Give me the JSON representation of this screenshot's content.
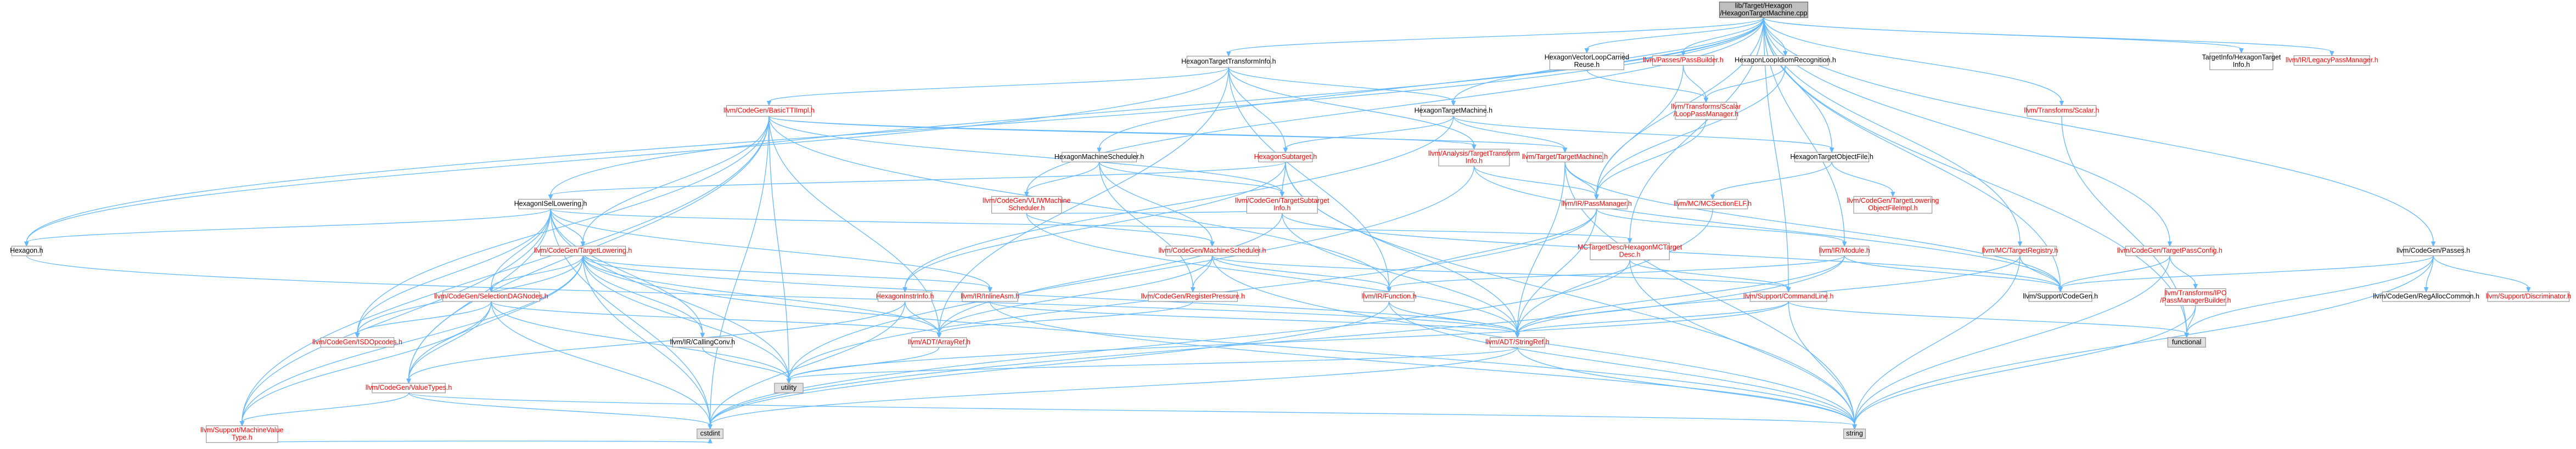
{
  "graph": {
    "root": "HexagonTargetMachine_cpp",
    "nodes": {
      "HexagonTargetMachine_cpp": {
        "lines": [
          "lib/Target/Hexagon",
          "/HexagonTargetMachine.cpp"
        ],
        "style": "root"
      },
      "HexagonTargetTransformInfo_h": {
        "lines": [
          "HexagonTargetTransformInfo.h"
        ],
        "style": "plain"
      },
      "HexagonVectorLoopCarriedReuse_h": {
        "lines": [
          "HexagonVectorLoopCarried",
          "Reuse.h"
        ],
        "style": "plain"
      },
      "Passes_PassBuilder_h": {
        "lines": [
          "llvm/Passes/PassBuilder.h"
        ],
        "style": "red"
      },
      "HexagonLoopIdiomRecognition_h": {
        "lines": [
          "HexagonLoopIdiomRecognition.h"
        ],
        "style": "plain"
      },
      "TargetInfo_HexagonTargetInfo_h": {
        "lines": [
          "TargetInfo/HexagonTarget",
          "Info.h"
        ],
        "style": "plain"
      },
      "IR_LegacyPassManager_h": {
        "lines": [
          "llvm/IR/LegacyPassManager.h"
        ],
        "style": "red"
      },
      "CodeGen_BasicTTIImpl_h": {
        "lines": [
          "llvm/CodeGen/BasicTTIImpl.h"
        ],
        "style": "red"
      },
      "HexagonTargetMachine_h": {
        "lines": [
          "HexagonTargetMachine.h"
        ],
        "style": "plain"
      },
      "Transforms_Scalar_LoopPassManager_h": {
        "lines": [
          "llvm/Transforms/Scalar",
          "/LoopPassManager.h"
        ],
        "style": "red"
      },
      "Transforms_Scalar_h": {
        "lines": [
          "llvm/Transforms/Scalar.h"
        ],
        "style": "red"
      },
      "HexagonMachineScheduler_h": {
        "lines": [
          "HexagonMachineScheduler.h"
        ],
        "style": "plain"
      },
      "HexagonSubtarget_h": {
        "lines": [
          "HexagonSubtarget.h"
        ],
        "style": "red"
      },
      "Analysis_TargetTransformInfo_h": {
        "lines": [
          "llvm/Analysis/TargetTransform",
          "Info.h"
        ],
        "style": "red"
      },
      "Target_TargetMachine_h": {
        "lines": [
          "llvm/Target/TargetMachine.h"
        ],
        "style": "red"
      },
      "HexagonTargetObjectFile_h": {
        "lines": [
          "HexagonTargetObjectFile.h"
        ],
        "style": "plain"
      },
      "CodeGen_TargetLoweringObjectFileImpl_h": {
        "lines": [
          "llvm/CodeGen/TargetLowering",
          "ObjectFileImpl.h"
        ],
        "style": "red"
      },
      "HexagonISelLowering_h": {
        "lines": [
          "HexagonISelLowering.h"
        ],
        "style": "plain"
      },
      "CodeGen_VLIWMachineScheduler_h": {
        "lines": [
          "llvm/CodeGen/VLIWMachine",
          "Scheduler.h"
        ],
        "style": "red"
      },
      "CodeGen_TargetSubtargetInfo_h": {
        "lines": [
          "llvm/CodeGen/TargetSubtarget",
          "Info.h"
        ],
        "style": "red"
      },
      "IR_PassManager_h": {
        "lines": [
          "llvm/IR/PassManager.h"
        ],
        "style": "red"
      },
      "MC_MCSectionELF_h": {
        "lines": [
          "llvm/MC/MCSectionELF.h"
        ],
        "style": "red"
      },
      "MC_TargetRegistry_h": {
        "lines": [
          "llvm/MC/TargetRegistry.h"
        ],
        "style": "red"
      },
      "CodeGen_TargetPassConfig_h": {
        "lines": [
          "llvm/CodeGen/TargetPassConfig.h"
        ],
        "style": "red"
      },
      "CodeGen_Passes_h": {
        "lines": [
          "llvm/CodeGen/Passes.h"
        ],
        "style": "plain"
      },
      "Hexagon_h": {
        "lines": [
          "Hexagon.h"
        ],
        "style": "plain"
      },
      "CodeGen_TargetLowering_h": {
        "lines": [
          "llvm/CodeGen/TargetLowering.h"
        ],
        "style": "red"
      },
      "CodeGen_MachineScheduler_h": {
        "lines": [
          "llvm/CodeGen/MachineScheduler.h"
        ],
        "style": "red"
      },
      "MCTargetDesc_HexagonMCTargetDesc_h": {
        "lines": [
          "MCTargetDesc/HexagonMCTarget",
          "Desc.h"
        ],
        "style": "red"
      },
      "IR_Module_h": {
        "lines": [
          "llvm/IR/Module.h"
        ],
        "style": "red"
      },
      "Support_CodeGen_h": {
        "lines": [
          "llvm/Support/CodeGen.h"
        ],
        "style": "plain"
      },
      "Transforms_IPO_PassManagerBuilder_h": {
        "lines": [
          "llvm/Transforms/IPO",
          "/PassManagerBuilder.h"
        ],
        "style": "red"
      },
      "CodeGen_RegAllocCommon_h": {
        "lines": [
          "llvm/CodeGen/RegAllocCommon.h"
        ],
        "style": "plain"
      },
      "Support_Discriminator_h": {
        "lines": [
          "llvm/Support/Discriminator.h"
        ],
        "style": "red"
      },
      "CodeGen_SelectionDAGNodes_h": {
        "lines": [
          "llvm/CodeGen/SelectionDAGNodes.h"
        ],
        "style": "red"
      },
      "HexagonInstrInfo_h": {
        "lines": [
          "HexagonInstrInfo.h"
        ],
        "style": "red"
      },
      "IR_InlineAsm_h": {
        "lines": [
          "llvm/IR/InlineAsm.h"
        ],
        "style": "red"
      },
      "CodeGen_RegisterPressure_h": {
        "lines": [
          "llvm/CodeGen/RegisterPressure.h"
        ],
        "style": "red"
      },
      "IR_Function_h": {
        "lines": [
          "llvm/IR/Function.h"
        ],
        "style": "red"
      },
      "Support_CommandLine_h": {
        "lines": [
          "llvm/Support/CommandLine.h"
        ],
        "style": "red"
      },
      "functional": {
        "lines": [
          "functional"
        ],
        "style": "sys"
      },
      "CodeGen_ISDOpcodes_h": {
        "lines": [
          "llvm/CodeGen/ISDOpcodes.h"
        ],
        "style": "red"
      },
      "IR_CallingConv_h": {
        "lines": [
          "llvm/IR/CallingConv.h"
        ],
        "style": "plain"
      },
      "ADT_ArrayRef_h": {
        "lines": [
          "llvm/ADT/ArrayRef.h"
        ],
        "style": "red"
      },
      "ADT_StringRef_h": {
        "lines": [
          "llvm/ADT/StringRef.h"
        ],
        "style": "red"
      },
      "utility": {
        "lines": [
          "utility"
        ],
        "style": "sys"
      },
      "CodeGen_ValueTypes_h": {
        "lines": [
          "llvm/CodeGen/ValueTypes.h"
        ],
        "style": "red"
      },
      "Support_MachineValueType_h": {
        "lines": [
          "llvm/Support/MachineValue",
          "Type.h"
        ],
        "style": "red"
      },
      "cstdint": {
        "lines": [
          "cstdint"
        ],
        "style": "sys"
      },
      "string": {
        "lines": [
          "string"
        ],
        "style": "sys"
      }
    },
    "edges": [
      [
        "HexagonTargetMachine_cpp",
        "HexagonTargetTransformInfo_h"
      ],
      [
        "HexagonTargetMachine_cpp",
        "HexagonVectorLoopCarriedReuse_h"
      ],
      [
        "HexagonTargetMachine_cpp",
        "Passes_PassBuilder_h"
      ],
      [
        "HexagonTargetMachine_cpp",
        "HexagonLoopIdiomRecognition_h"
      ],
      [
        "HexagonTargetMachine_cpp",
        "TargetInfo_HexagonTargetInfo_h"
      ],
      [
        "HexagonTargetMachine_cpp",
        "IR_LegacyPassManager_h"
      ],
      [
        "HexagonTargetMachine_cpp",
        "HexagonTargetMachine_h"
      ],
      [
        "HexagonTargetMachine_cpp",
        "Transforms_Scalar_h"
      ],
      [
        "HexagonTargetMachine_cpp",
        "HexagonMachineScheduler_h"
      ],
      [
        "HexagonTargetMachine_cpp",
        "HexagonISelLowering_h"
      ],
      [
        "HexagonTargetMachine_cpp",
        "CodeGen_VLIWMachineScheduler_h"
      ],
      [
        "HexagonTargetMachine_cpp",
        "MC_TargetRegistry_h"
      ],
      [
        "HexagonTargetMachine_cpp",
        "CodeGen_TargetPassConfig_h"
      ],
      [
        "HexagonTargetMachine_cpp",
        "CodeGen_Passes_h"
      ],
      [
        "HexagonTargetMachine_cpp",
        "Hexagon_h"
      ],
      [
        "HexagonTargetMachine_cpp",
        "MCTargetDesc_HexagonMCTargetDesc_h"
      ],
      [
        "HexagonTargetMachine_cpp",
        "IR_Module_h"
      ],
      [
        "HexagonTargetMachine_cpp",
        "Support_CommandLine_h"
      ],
      [
        "HexagonTargetMachine_cpp",
        "Support_CodeGen_h"
      ],
      [
        "HexagonTargetMachine_cpp",
        "IR_PassManager_h"
      ],
      [
        "HexagonTargetMachine_cpp",
        "functional"
      ],
      [
        "HexagonTargetMachine_cpp",
        "HexagonTargetObjectFile_h"
      ],
      [
        "HexagonTargetTransformInfo_h",
        "CodeGen_BasicTTIImpl_h"
      ],
      [
        "HexagonTargetTransformInfo_h",
        "HexagonTargetMachine_h"
      ],
      [
        "HexagonTargetTransformInfo_h",
        "HexagonSubtarget_h"
      ],
      [
        "HexagonTargetTransformInfo_h",
        "Analysis_TargetTransformInfo_h"
      ],
      [
        "HexagonTargetTransformInfo_h",
        "Hexagon_h"
      ],
      [
        "HexagonTargetTransformInfo_h",
        "ADT_ArrayRef_h"
      ],
      [
        "HexagonTargetTransformInfo_h",
        "IR_Function_h"
      ],
      [
        "HexagonVectorLoopCarriedReuse_h",
        "Transforms_Scalar_LoopPassManager_h"
      ],
      [
        "Passes_PassBuilder_h",
        "Transforms_Scalar_LoopPassManager_h"
      ],
      [
        "Passes_PassBuilder_h",
        "IR_PassManager_h"
      ],
      [
        "HexagonLoopIdiomRecognition_h",
        "Transforms_Scalar_LoopPassManager_h"
      ],
      [
        "HexagonLoopIdiomRecognition_h",
        "IR_PassManager_h"
      ],
      [
        "CodeGen_BasicTTIImpl_h",
        "Analysis_TargetTransformInfo_h"
      ],
      [
        "CodeGen_BasicTTIImpl_h",
        "Target_TargetMachine_h"
      ],
      [
        "CodeGen_BasicTTIImpl_h",
        "CodeGen_TargetLowering_h"
      ],
      [
        "CodeGen_BasicTTIImpl_h",
        "CodeGen_TargetSubtargetInfo_h"
      ],
      [
        "CodeGen_BasicTTIImpl_h",
        "CodeGen_ISDOpcodes_h"
      ],
      [
        "CodeGen_BasicTTIImpl_h",
        "CodeGen_ValueTypes_h"
      ],
      [
        "CodeGen_BasicTTIImpl_h",
        "Support_MachineValueType_h"
      ],
      [
        "CodeGen_BasicTTIImpl_h",
        "ADT_ArrayRef_h"
      ],
      [
        "CodeGen_BasicTTIImpl_h",
        "IR_Function_h"
      ],
      [
        "CodeGen_BasicTTIImpl_h",
        "cstdint"
      ],
      [
        "CodeGen_BasicTTIImpl_h",
        "utility"
      ],
      [
        "HexagonTargetMachine_h",
        "HexagonSubtarget_h"
      ],
      [
        "HexagonTargetMachine_h",
        "HexagonInstrInfo_h"
      ],
      [
        "HexagonTargetMachine_h",
        "HexagonTargetObjectFile_h"
      ],
      [
        "HexagonTargetMachine_h",
        "Target_TargetMachine_h"
      ],
      [
        "Transforms_Scalar_LoopPassManager_h",
        "IR_PassManager_h"
      ],
      [
        "Transforms_Scalar_h",
        "functional"
      ],
      [
        "HexagonMachineScheduler_h",
        "CodeGen_VLIWMachineScheduler_h"
      ],
      [
        "HexagonMachineScheduler_h",
        "CodeGen_MachineScheduler_h"
      ],
      [
        "HexagonMachineScheduler_h",
        "CodeGen_RegisterPressure_h"
      ],
      [
        "HexagonMachineScheduler_h",
        "CodeGen_TargetSubtargetInfo_h"
      ],
      [
        "HexagonSubtarget_h",
        "HexagonISelLowering_h"
      ],
      [
        "HexagonSubtarget_h",
        "HexagonInstrInfo_h"
      ],
      [
        "HexagonSubtarget_h",
        "CodeGen_TargetSubtargetInfo_h"
      ],
      [
        "HexagonSubtarget_h",
        "ADT_StringRef_h"
      ],
      [
        "HexagonSubtarget_h",
        "string"
      ],
      [
        "Analysis_TargetTransformInfo_h",
        "IR_PassManager_h"
      ],
      [
        "Analysis_TargetTransformInfo_h",
        "Support_CodeGen_h"
      ],
      [
        "Analysis_TargetTransformInfo_h",
        "utility"
      ],
      [
        "Target_TargetMachine_h",
        "IR_PassManager_h"
      ],
      [
        "Target_TargetMachine_h",
        "Support_CodeGen_h"
      ],
      [
        "Target_TargetMachine_h",
        "ADT_StringRef_h"
      ],
      [
        "Target_TargetMachine_h",
        "string"
      ],
      [
        "HexagonTargetObjectFile_h",
        "CodeGen_TargetLoweringObjectFileImpl_h"
      ],
      [
        "HexagonTargetObjectFile_h",
        "MC_MCSectionELF_h"
      ],
      [
        "HexagonISelLowering_h",
        "Hexagon_h"
      ],
      [
        "HexagonISelLowering_h",
        "CodeGen_TargetLowering_h"
      ],
      [
        "HexagonISelLowering_h",
        "CodeGen_ISDOpcodes_h"
      ],
      [
        "HexagonISelLowering_h",
        "CodeGen_SelectionDAGNodes_h"
      ],
      [
        "HexagonISelLowering_h",
        "CodeGen_ValueTypes_h"
      ],
      [
        "HexagonISelLowering_h",
        "IR_CallingConv_h"
      ],
      [
        "HexagonISelLowering_h",
        "IR_InlineAsm_h"
      ],
      [
        "HexagonISelLowering_h",
        "Support_MachineValueType_h"
      ],
      [
        "HexagonISelLowering_h",
        "MCTargetDesc_HexagonMCTargetDesc_h"
      ],
      [
        "HexagonISelLowering_h",
        "cstdint"
      ],
      [
        "HexagonISelLowering_h",
        "utility"
      ],
      [
        "CodeGen_VLIWMachineScheduler_h",
        "CodeGen_MachineScheduler_h"
      ],
      [
        "CodeGen_VLIWMachineScheduler_h",
        "CodeGen_TargetSubtargetInfo_h"
      ],
      [
        "CodeGen_VLIWMachineScheduler_h",
        "ADT_StringRef_h"
      ],
      [
        "CodeGen_TargetSubtargetInfo_h",
        "ADT_ArrayRef_h"
      ],
      [
        "CodeGen_TargetSubtargetInfo_h",
        "ADT_StringRef_h"
      ],
      [
        "CodeGen_TargetSubtargetInfo_h",
        "Support_CodeGen_h"
      ],
      [
        "IR_PassManager_h",
        "IR_Function_h"
      ],
      [
        "IR_PassManager_h",
        "IR_Module_h"
      ],
      [
        "IR_PassManager_h",
        "ADT_StringRef_h"
      ],
      [
        "IR_PassManager_h",
        "utility"
      ],
      [
        "MC_MCSectionELF_h",
        "ADT_StringRef_h"
      ],
      [
        "MC_TargetRegistry_h",
        "Support_CodeGen_h"
      ],
      [
        "MC_TargetRegistry_h",
        "ADT_StringRef_h"
      ],
      [
        "MC_TargetRegistry_h",
        "string"
      ],
      [
        "CodeGen_TargetPassConfig_h",
        "Support_CodeGen_h"
      ],
      [
        "CodeGen_TargetPassConfig_h",
        "Transforms_IPO_PassManagerBuilder_h"
      ],
      [
        "CodeGen_TargetPassConfig_h",
        "string"
      ],
      [
        "CodeGen_Passes_h",
        "CodeGen_RegAllocCommon_h"
      ],
      [
        "CodeGen_Passes_h",
        "Support_CodeGen_h"
      ],
      [
        "CodeGen_Passes_h",
        "Support_Discriminator_h"
      ],
      [
        "CodeGen_Passes_h",
        "functional"
      ],
      [
        "CodeGen_Passes_h",
        "string"
      ],
      [
        "Hexagon_h",
        "ADT_StringRef_h"
      ],
      [
        "CodeGen_TargetLowering_h",
        "CodeGen_ISDOpcodes_h"
      ],
      [
        "CodeGen_TargetLowering_h",
        "CodeGen_SelectionDAGNodes_h"
      ],
      [
        "CodeGen_TargetLowering_h",
        "CodeGen_ValueTypes_h"
      ],
      [
        "CodeGen_TargetLowering_h",
        "IR_CallingConv_h"
      ],
      [
        "CodeGen_TargetLowering_h",
        "IR_InlineAsm_h"
      ],
      [
        "CodeGen_TargetLowering_h",
        "Support_MachineValueType_h"
      ],
      [
        "CodeGen_TargetLowering_h",
        "ADT_ArrayRef_h"
      ],
      [
        "CodeGen_TargetLowering_h",
        "ADT_StringRef_h"
      ],
      [
        "CodeGen_TargetLowering_h",
        "cstdint"
      ],
      [
        "CodeGen_TargetLowering_h",
        "string"
      ],
      [
        "CodeGen_TargetLowering_h",
        "utility"
      ],
      [
        "CodeGen_MachineScheduler_h",
        "CodeGen_RegisterPressure_h"
      ],
      [
        "CodeGen_MachineScheduler_h",
        "IR_Function_h"
      ],
      [
        "CodeGen_MachineScheduler_h",
        "Support_CommandLine_h"
      ],
      [
        "CodeGen_MachineScheduler_h",
        "ADT_ArrayRef_h"
      ],
      [
        "CodeGen_MachineScheduler_h",
        "string"
      ],
      [
        "MCTargetDesc_HexagonMCTargetDesc_h",
        "Support_CommandLine_h"
      ],
      [
        "MCTargetDesc_HexagonMCTargetDesc_h",
        "cstdint"
      ],
      [
        "MCTargetDesc_HexagonMCTargetDesc_h",
        "string"
      ],
      [
        "IR_Module_h",
        "Support_CodeGen_h"
      ],
      [
        "IR_Module_h",
        "IR_Function_h"
      ],
      [
        "IR_Module_h",
        "ADT_StringRef_h"
      ],
      [
        "IR_Module_h",
        "cstdint"
      ],
      [
        "Transforms_IPO_PassManagerBuilder_h",
        "functional"
      ],
      [
        "Transforms_IPO_PassManagerBuilder_h",
        "string"
      ],
      [
        "CodeGen_SelectionDAGNodes_h",
        "CodeGen_ISDOpcodes_h"
      ],
      [
        "CodeGen_SelectionDAGNodes_h",
        "CodeGen_ValueTypes_h"
      ],
      [
        "CodeGen_SelectionDAGNodes_h",
        "ADT_ArrayRef_h"
      ],
      [
        "CodeGen_SelectionDAGNodes_h",
        "Support_MachineValueType_h"
      ],
      [
        "CodeGen_SelectionDAGNodes_h",
        "cstdint"
      ],
      [
        "CodeGen_SelectionDAGNodes_h",
        "utility"
      ],
      [
        "HexagonInstrInfo_h",
        "ADT_ArrayRef_h"
      ],
      [
        "HexagonInstrInfo_h",
        "CodeGen_ValueTypes_h"
      ],
      [
        "HexagonInstrInfo_h",
        "cstdint"
      ],
      [
        "IR_InlineAsm_h",
        "ADT_StringRef_h"
      ],
      [
        "IR_InlineAsm_h",
        "string"
      ],
      [
        "CodeGen_RegisterPressure_h",
        "ADT_ArrayRef_h"
      ],
      [
        "IR_Function_h",
        "ADT_StringRef_h"
      ],
      [
        "IR_Function_h",
        "cstdint"
      ],
      [
        "IR_Function_h",
        "string"
      ],
      [
        "Support_CommandLine_h",
        "ADT_StringRef_h"
      ],
      [
        "Support_CommandLine_h",
        "functional"
      ],
      [
        "Support_CommandLine_h",
        "string"
      ],
      [
        "Support_CommandLine_h",
        "utility"
      ],
      [
        "ADT_StringRef_h",
        "cstdint"
      ],
      [
        "ADT_StringRef_h",
        "string"
      ],
      [
        "ADT_StringRef_h",
        "utility"
      ],
      [
        "ADT_ArrayRef_h",
        "utility"
      ],
      [
        "CodeGen_ValueTypes_h",
        "Support_MachineValueType_h"
      ],
      [
        "CodeGen_ValueTypes_h",
        "cstdint"
      ],
      [
        "CodeGen_ValueTypes_h",
        "string"
      ],
      [
        "Support_MachineValueType_h",
        "cstdint"
      ],
      [
        "IR_CallingConv_h",
        "utility"
      ]
    ]
  }
}
